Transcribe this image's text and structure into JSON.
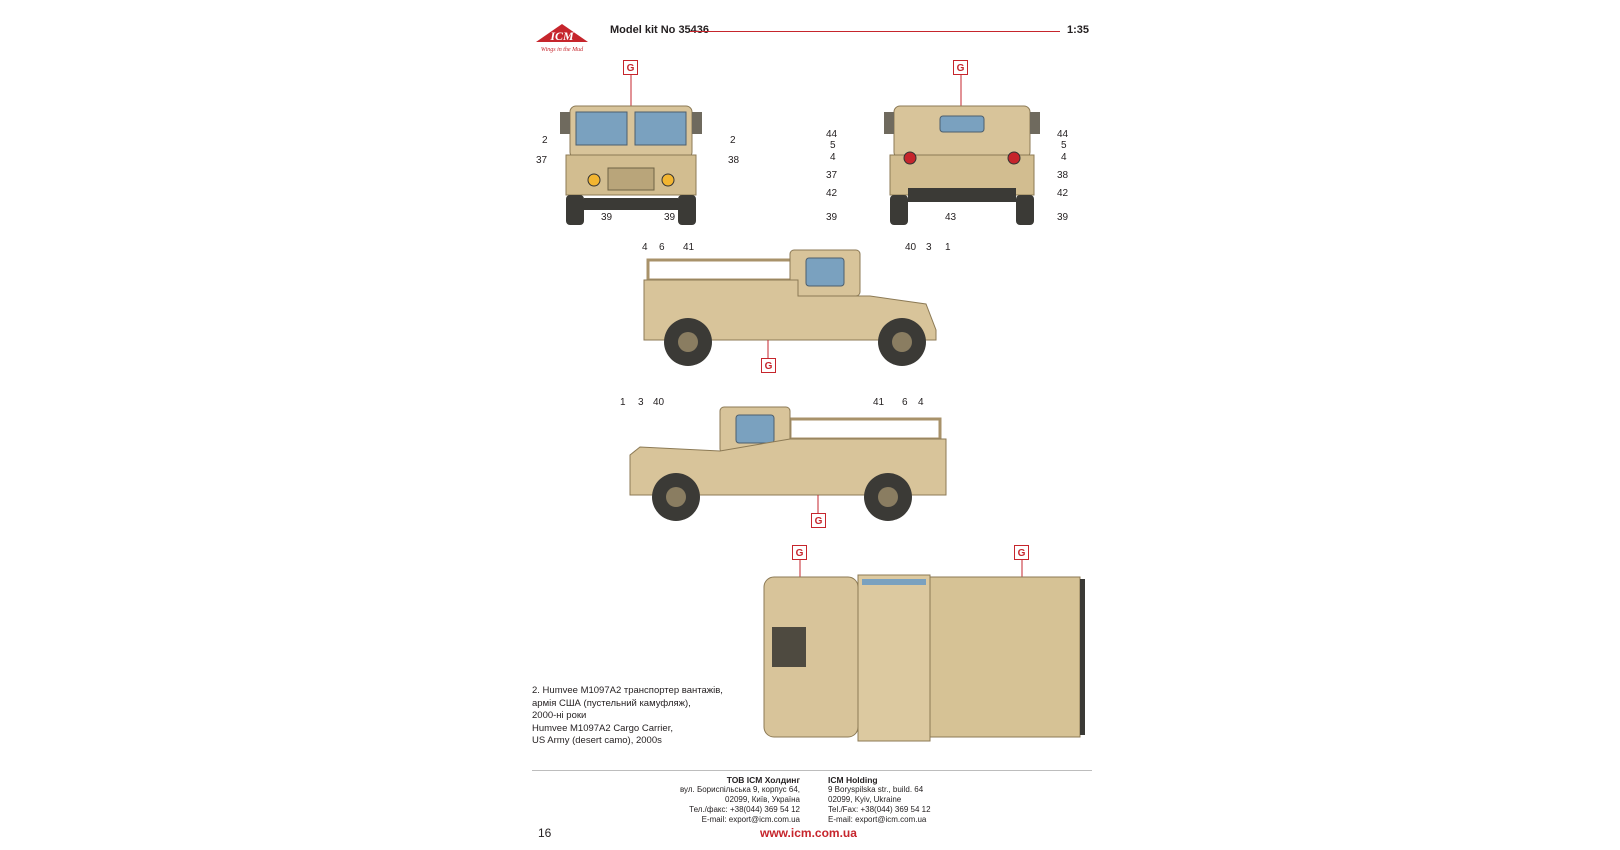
{
  "header": {
    "brand": "ICM",
    "model_kit": "Model kit No 35436",
    "scale": "1:35"
  },
  "colors": {
    "accent": "#c6252c",
    "sand": "#d8c49a",
    "glass": "#7aa1bf",
    "tire": "#3b3a36"
  },
  "paint_code": "G",
  "views": {
    "front": {
      "labels": [
        "2",
        "2",
        "37",
        "38",
        "39",
        "39"
      ]
    },
    "rear": {
      "labels": [
        "44",
        "44",
        "5",
        "5",
        "4",
        "4",
        "37",
        "38",
        "42",
        "42",
        "39",
        "43",
        "39"
      ]
    },
    "right_side": {
      "labels": [
        "4",
        "6",
        "41",
        "40",
        "3",
        "1"
      ]
    },
    "left_side": {
      "labels": [
        "1",
        "3",
        "40",
        "41",
        "6",
        "4"
      ]
    }
  },
  "caption": {
    "ua": "2. Humvee M1097A2 транспортер вантажів,\nармія США (пустельний камуфляж),\n2000-ні роки",
    "en": "Humvee M1097A2 Cargo Carrier,\nUS Army (desert camo), 2000s"
  },
  "footer": {
    "ua_company": "ТОВ ICM Холдинг",
    "ua_lines": [
      "вул. Бориспільська 9, корпус 64,",
      "02099, Київ, Україна",
      "Тел./факс: +38(044) 369 54 12",
      "E-mail: export@icm.com.ua"
    ],
    "en_company": "ICM Holding",
    "en_lines": [
      "9 Boryspilska str., build. 64",
      "02099, Kyiv, Ukraine",
      "Tel./Fax: +38(044) 369 54 12",
      "E-mail: export@icm.com.ua"
    ],
    "website": "www.icm.com.ua",
    "page_number": "16"
  }
}
